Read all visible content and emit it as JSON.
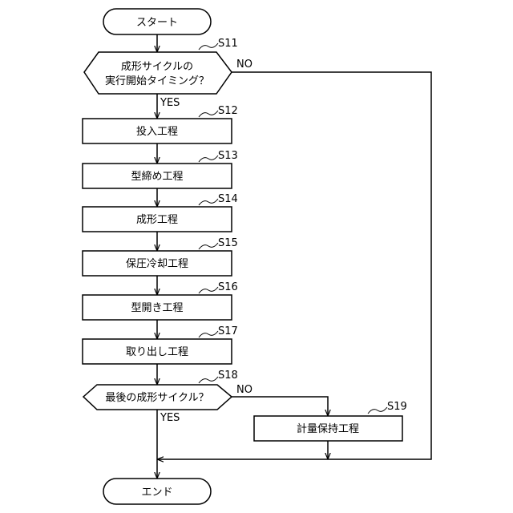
{
  "flowchart": {
    "start": "スタート",
    "end": "エンド",
    "steps": {
      "s11": {
        "id": "S11",
        "line1": "成形サイクルの",
        "line2": "実行開始タイミング？"
      },
      "s12": {
        "id": "S12",
        "label": "投入工程"
      },
      "s13": {
        "id": "S13",
        "label": "型締め工程"
      },
      "s14": {
        "id": "S14",
        "label": "成形工程"
      },
      "s15": {
        "id": "S15",
        "label": "保圧冷却工程"
      },
      "s16": {
        "id": "S16",
        "label": "型開き工程"
      },
      "s17": {
        "id": "S17",
        "label": "取り出し工程"
      },
      "s18": {
        "id": "S18",
        "label": "最後の成形サイクル？"
      },
      "s19": {
        "id": "S19",
        "label": "計量保持工程"
      }
    },
    "branches": {
      "s11_yes": "YES",
      "s11_no": "NO",
      "s18_yes": "YES",
      "s18_no": "NO"
    }
  }
}
